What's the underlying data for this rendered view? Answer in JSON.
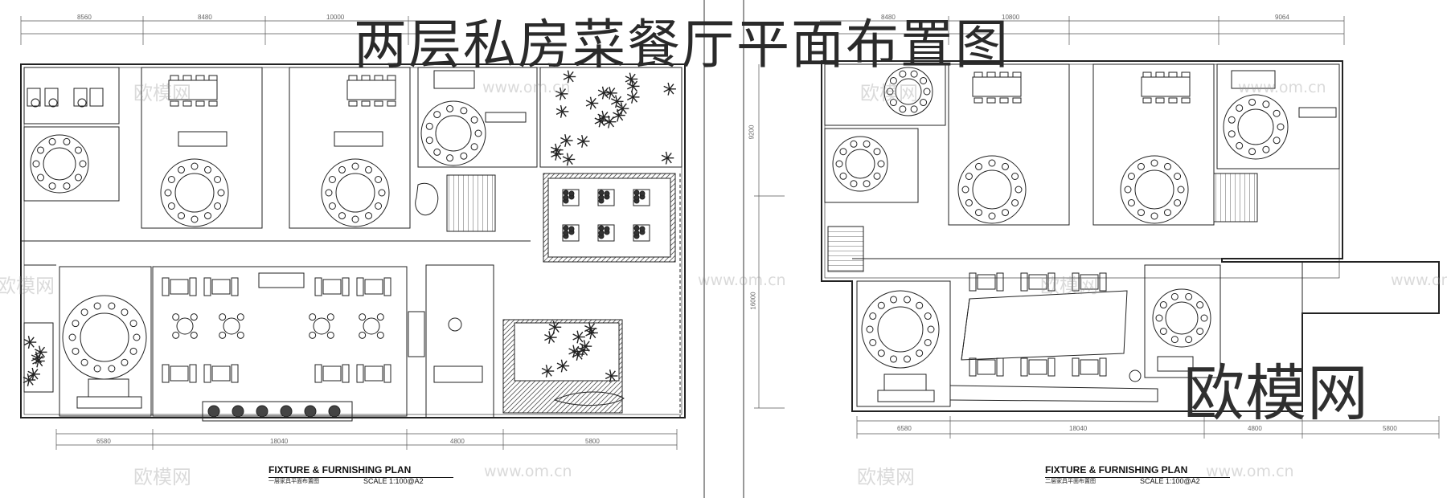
{
  "title": "两层私房菜餐厅平面布置图",
  "brand_text": "欧模网",
  "watermark": {
    "text": "欧模网",
    "url": "www.om.cn"
  },
  "plans": [
    {
      "caption": "FIXTURE & FURNISHING PLAN",
      "subcaption": "一层家具平面布置图",
      "scale": "SCALE  1:100@A2",
      "top_dims": [
        "8560",
        "8480",
        "10000"
      ],
      "bottom_dims": [
        "6580",
        "18040",
        "4800",
        "5800"
      ]
    },
    {
      "caption": "FIXTURE & FURNISHING PLAN",
      "subcaption": "二层家具平面布置图",
      "scale": "SCALE  1:100@A2",
      "top_dims": [
        "8480",
        "10800",
        "9064"
      ],
      "bottom_dims": [
        "6580",
        "18040",
        "4800",
        "5800"
      ],
      "side_dims": [
        "9200",
        "16000"
      ]
    }
  ]
}
